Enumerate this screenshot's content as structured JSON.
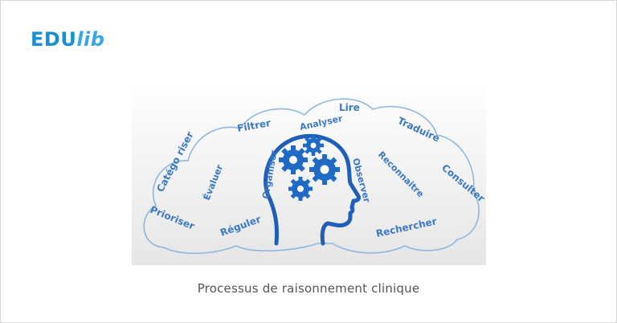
{
  "brand": {
    "part1": "EDU",
    "part2": "lib"
  },
  "colors": {
    "brand": "#1a8fd4",
    "accent": "#3b79c2",
    "caption": "#555555"
  },
  "illustration": {
    "words": {
      "categoriser": "Catégo riser",
      "filtrer": "Filtrer",
      "lire": "Lire",
      "traduire": "Traduire",
      "analyser": "Analyser",
      "evaluer": "Évaluer",
      "organiser": "Organiser",
      "observer": "Observer",
      "reconnaitre": "Reconnaitre",
      "consulter": "Consulter",
      "prioriser": "Prioriser",
      "reguler": "Réguler",
      "rechercher": "Rechercher"
    },
    "icons": {
      "head": "head-icon",
      "gears": "gear-icon"
    }
  },
  "caption": "Processus de raisonnement clinique"
}
